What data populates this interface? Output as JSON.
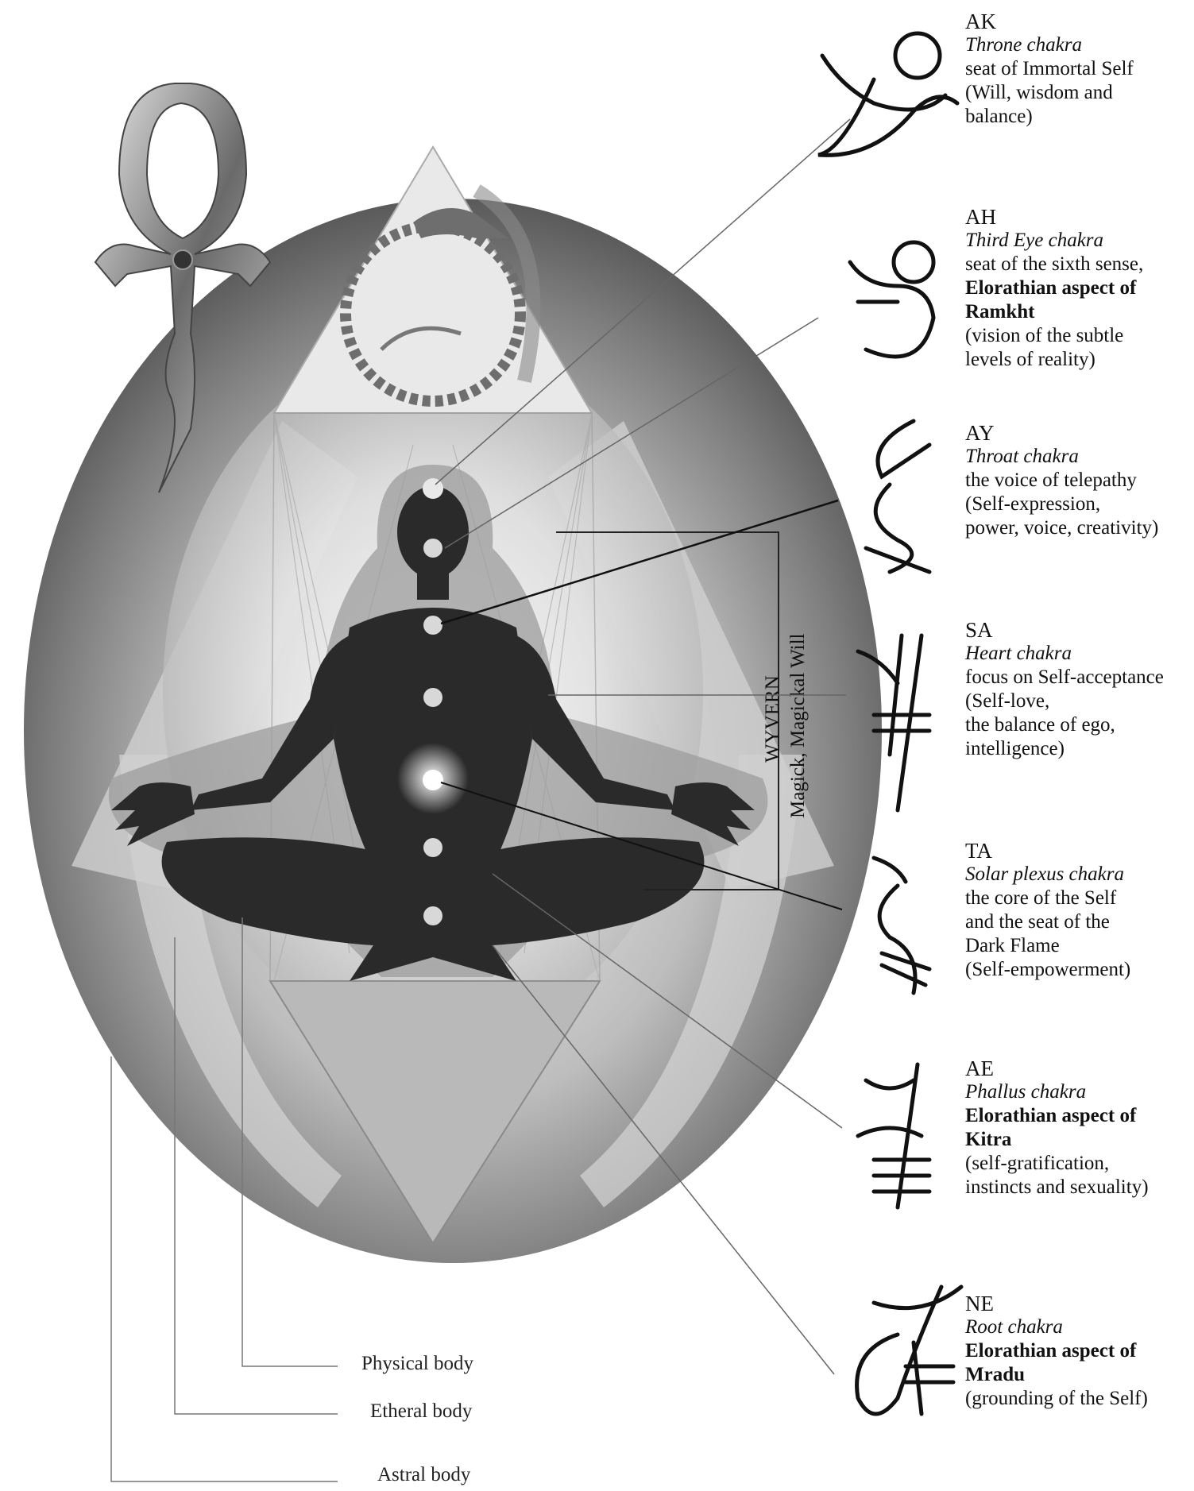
{
  "figure": {
    "vertical_label_1": "WYVERN",
    "vertical_label_2": "Magick, Magickal Will"
  },
  "chakras": [
    {
      "code": "AK",
      "name": "Throne chakra",
      "lines": [
        "seat of Immortal Self",
        "(Will, wisdom and",
        "balance)"
      ],
      "bold": [],
      "after": []
    },
    {
      "code": "AH",
      "name": "Third Eye chakra",
      "lines": [
        "seat of the sixth sense,"
      ],
      "bold": [
        "Elorathian aspect of",
        "Ramkht"
      ],
      "after": [
        "(vision of the subtle",
        "levels of reality)"
      ]
    },
    {
      "code": "AY",
      "name": "Throat chakra",
      "lines": [
        "the voice of telepathy",
        "(Self-expression,",
        "power, voice, creativity)"
      ],
      "bold": [],
      "after": []
    },
    {
      "code": "SA",
      "name": "Heart chakra",
      "lines": [
        "focus on Self-acceptance",
        "(Self-love,",
        "the balance of ego,",
        "intelligence)"
      ],
      "bold": [],
      "after": []
    },
    {
      "code": "TA",
      "name": "Solar plexus chakra",
      "lines": [
        "the core of the Self",
        "and the seat of the",
        "Dark Flame",
        "(Self-empowerment)"
      ],
      "bold": [],
      "after": []
    },
    {
      "code": "AE",
      "name": "Phallus chakra",
      "lines": [],
      "bold": [
        "Elorathian aspect of",
        "Kitra"
      ],
      "after": [
        "(self-gratification,",
        "instincts and sexuality)"
      ]
    },
    {
      "code": "NE",
      "name": "Root chakra",
      "lines": [],
      "bold": [
        "Elorathian aspect of",
        "Mradu"
      ],
      "after": [
        "(grounding of the Self)"
      ]
    }
  ],
  "bodies": {
    "physical": "Physical body",
    "etheral": "Etheral body",
    "astral": "Astral body"
  }
}
